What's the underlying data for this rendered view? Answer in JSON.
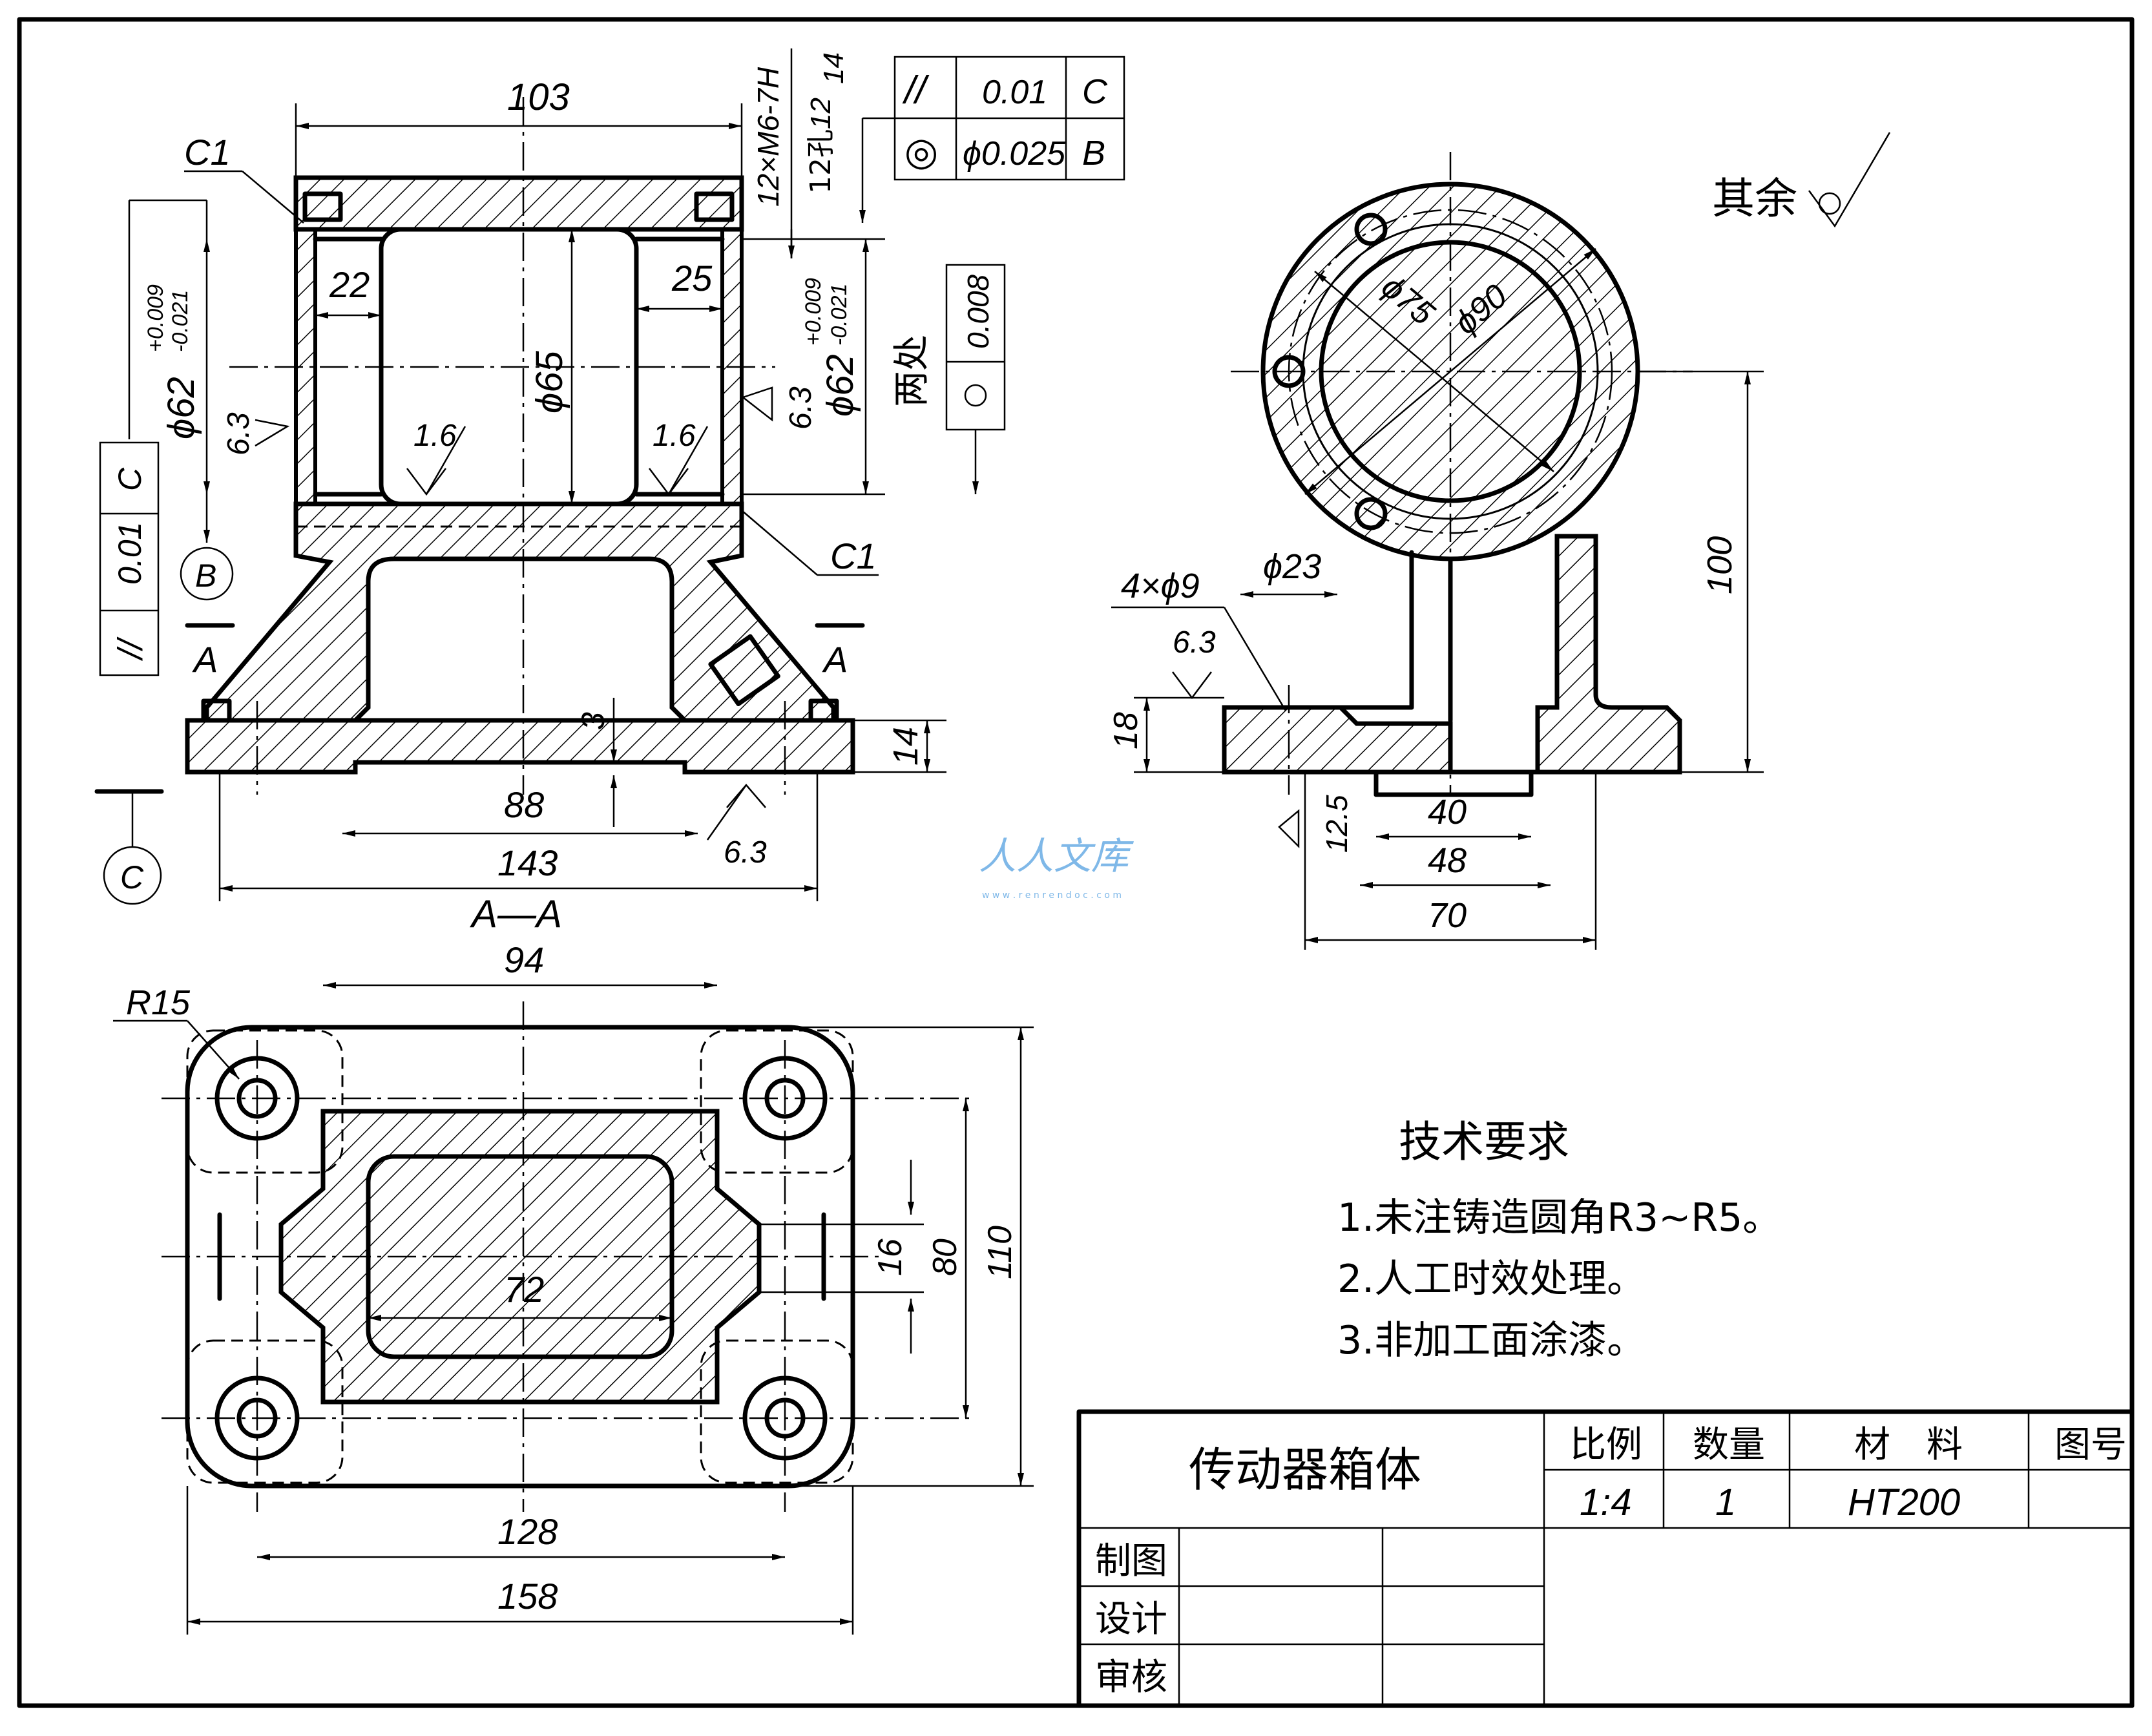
{
  "section_label": "A—A",
  "cut_label": "A",
  "datum_b": "B",
  "datum_c": "C",
  "fcf_top": {
    "row1": {
      "symbol": "//",
      "value": "0.01",
      "datum": "C"
    },
    "row2": {
      "symbol": "◎",
      "value": "ϕ0.025",
      "datum": "B"
    }
  },
  "fcf_left": {
    "symbol": "//",
    "value": "0.01",
    "datum": "C"
  },
  "fcf_right": {
    "value": "0.008"
  },
  "two_places": "两处",
  "thread_callout_1": "12×M6-7H",
  "thread_callout_2": "12孔",
  "thread_depth": "14",
  "thread_hole_depth": "12",
  "chamfer": "C1",
  "front_dims": {
    "overall_top": "103",
    "left_bore": "22",
    "right_bore": "25",
    "bore": "ϕ65",
    "bore_left": "ϕ62",
    "bore_left_tol_upper": "+0.009",
    "bore_left_tol_lower": "-0.021",
    "bore_right": "ϕ62",
    "bore_right_tol_upper": "+0.009",
    "bore_right_tol_lower": "-0.021",
    "rough_1": "1.6",
    "rough_2": "1.6",
    "rough_3": "6.3",
    "rough_4": "6.3",
    "rough_5": "6.3",
    "base_h": "14",
    "recess": "3",
    "inner": "88",
    "overall": "143"
  },
  "side_dims": {
    "inner_d": "ϕ75",
    "outer_d": "ϕ90",
    "holes": "4×ϕ9",
    "boss_d": "ϕ23",
    "rough": "6.3",
    "rough_bottom": "12.5",
    "base_h": "18",
    "height": "100",
    "w40": "40",
    "w48": "48",
    "w70": "70"
  },
  "top_dims": {
    "w94": "94",
    "r15": "R15",
    "w72": "72",
    "w128": "128",
    "w158": "158",
    "h16": "16",
    "h80": "80",
    "h110": "110"
  },
  "surface_note": "其余",
  "tech_req": {
    "title": "技术要求",
    "items": [
      "1.未注铸造圆角R3~R5。",
      "2.人工时效处理。",
      "3.非加工面涂漆。"
    ]
  },
  "title_block": {
    "name": "传动器箱体",
    "h_scale": "比例",
    "h_qty": "数量",
    "h_material": "材　料",
    "h_drawing_no": "图号",
    "scale": "1:4",
    "qty": "1",
    "material": "HT200",
    "drawn": "制图",
    "designed": "设计",
    "checked": "审核"
  },
  "watermark": {
    "text": "人人文库",
    "url": "w w w . r e n r e n d o c . c o m"
  }
}
